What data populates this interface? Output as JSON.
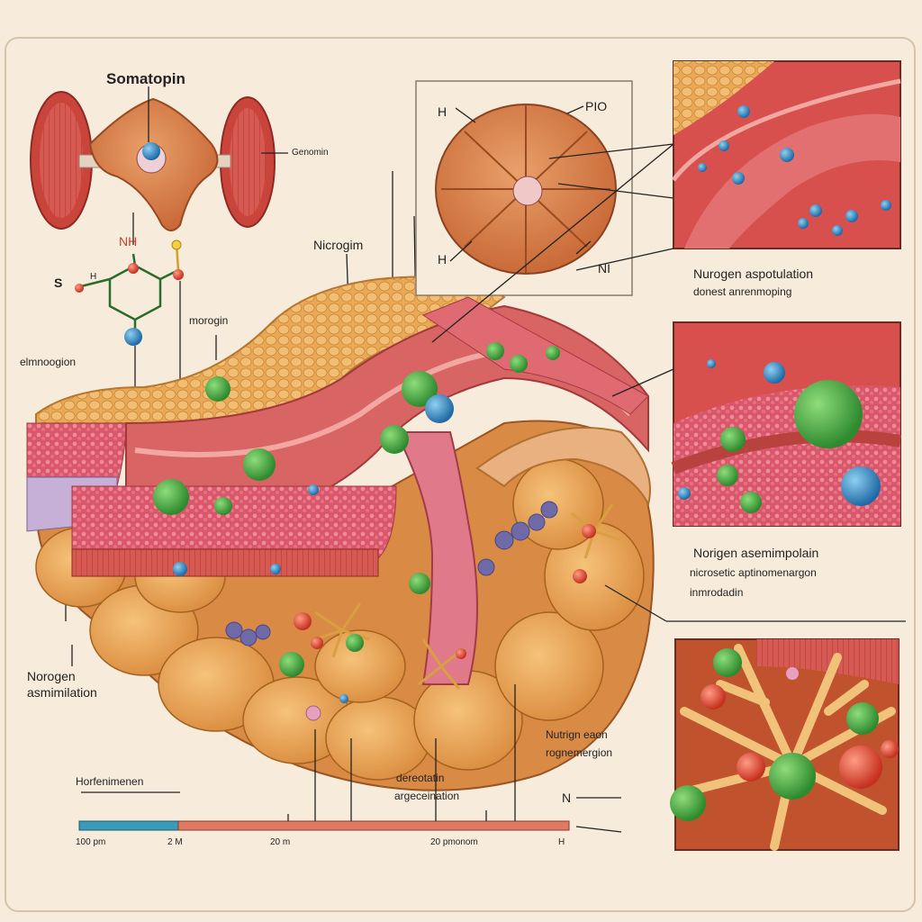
{
  "title": "Somatopin",
  "labels": {
    "genomin": "Genomin",
    "nh": "NH",
    "s": "S",
    "h_small": "H",
    "elmnoogion": "elmnoogion",
    "morogin": "morogin",
    "nicrogim": "Nicrogim",
    "h_left": "H",
    "pio": "PIO",
    "h_bottom": "H",
    "ni": "NI",
    "norogen_assimilation_left": "Norogen asmimilation",
    "horfenimenen": "Horfenimenen",
    "dereotatin": "dereotatin",
    "argecenation": "argeceination",
    "nutrign_eaon": "Nutrign eaon",
    "rognemergion": "rognemergion",
    "n_right": "N",
    "scale_100": "100 pm",
    "scale_2m": "2 M",
    "scale_20m": "20 m",
    "scale_20pn": "20 pmonom",
    "scale_h": "H"
  },
  "insets": {
    "top": {
      "title": "Nurogen aspotulation",
      "subtitle": "donest anrenmoping"
    },
    "middle": {
      "title": "Norigen asemimpolain",
      "line1": "nicrosetic aptinomenargon",
      "line2": "inmrodadin"
    }
  },
  "colors": {
    "background": "#f7ecdc",
    "muscle": "#d9605a",
    "fat": "#e8a24e",
    "tissue": "#c9683a",
    "green_particle": "#3e9a3a",
    "blue_particle": "#2e7fb8",
    "red_particle": "#d8402e",
    "scale_bar": "#e07a62",
    "scale_bar_blue": "#3a9bb8"
  },
  "icons": [
    "muscle-disc-icon",
    "molecule-icon",
    "stomach-cross-section-icon",
    "cell-particle-icon",
    "scale-bar-icon"
  ]
}
